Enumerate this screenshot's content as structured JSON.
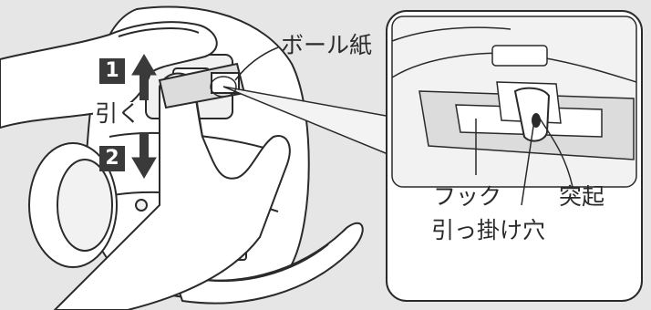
{
  "labels": {
    "ball_paper": "ボール紙",
    "pull": "引く",
    "step1": "1",
    "step2": "2",
    "hook": "フック",
    "hook_hole": "引っ掛け穴",
    "protrusion": "突起"
  },
  "colors": {
    "background": "#e6e6e6",
    "line": "#2a2a2a",
    "badge": "#3a3a3a",
    "detail_panel": "#ffffff"
  }
}
